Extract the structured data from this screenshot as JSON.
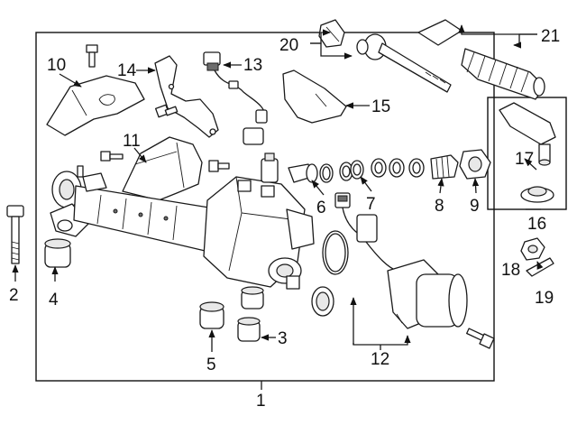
{
  "callouts": {
    "c1": "1",
    "c2": "2",
    "c3": "3",
    "c4": "4",
    "c5": "5",
    "c6": "6",
    "c7": "7",
    "c8": "8",
    "c9": "9",
    "c10": "10",
    "c11": "11",
    "c12": "12",
    "c13": "13",
    "c14": "14",
    "c15": "15",
    "c16": "16",
    "c17": "17",
    "c18": "18",
    "c19": "19",
    "c20": "20",
    "c21": "21"
  },
  "colors": {
    "line": "#1a1a1a",
    "background": "#ffffff",
    "shade": "#e8e8e8"
  }
}
